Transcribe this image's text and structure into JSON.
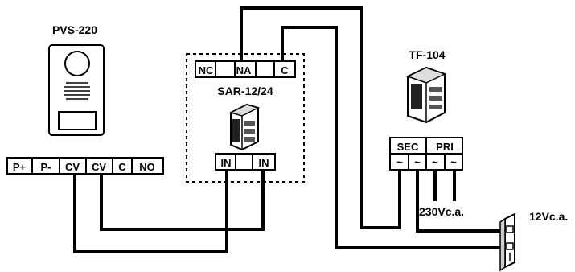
{
  "devices": {
    "panel": {
      "name": "PVS-220",
      "terminals": [
        "P+",
        "P-",
        "CV",
        "CV",
        "C",
        "NO"
      ]
    },
    "relay": {
      "name": "SAR-12/24",
      "relay_terminals": [
        "NC",
        "NA",
        "",
        "C"
      ],
      "input_terminals": [
        "IN",
        "",
        "IN"
      ]
    },
    "transformer": {
      "name": "TF-104",
      "sec_label": "SEC",
      "pri_label": "PRI",
      "terminals": [
        "~",
        "~",
        "~",
        "~"
      ]
    }
  },
  "supply_label": "230Vc.a.",
  "lock_label": "12Vc.a."
}
